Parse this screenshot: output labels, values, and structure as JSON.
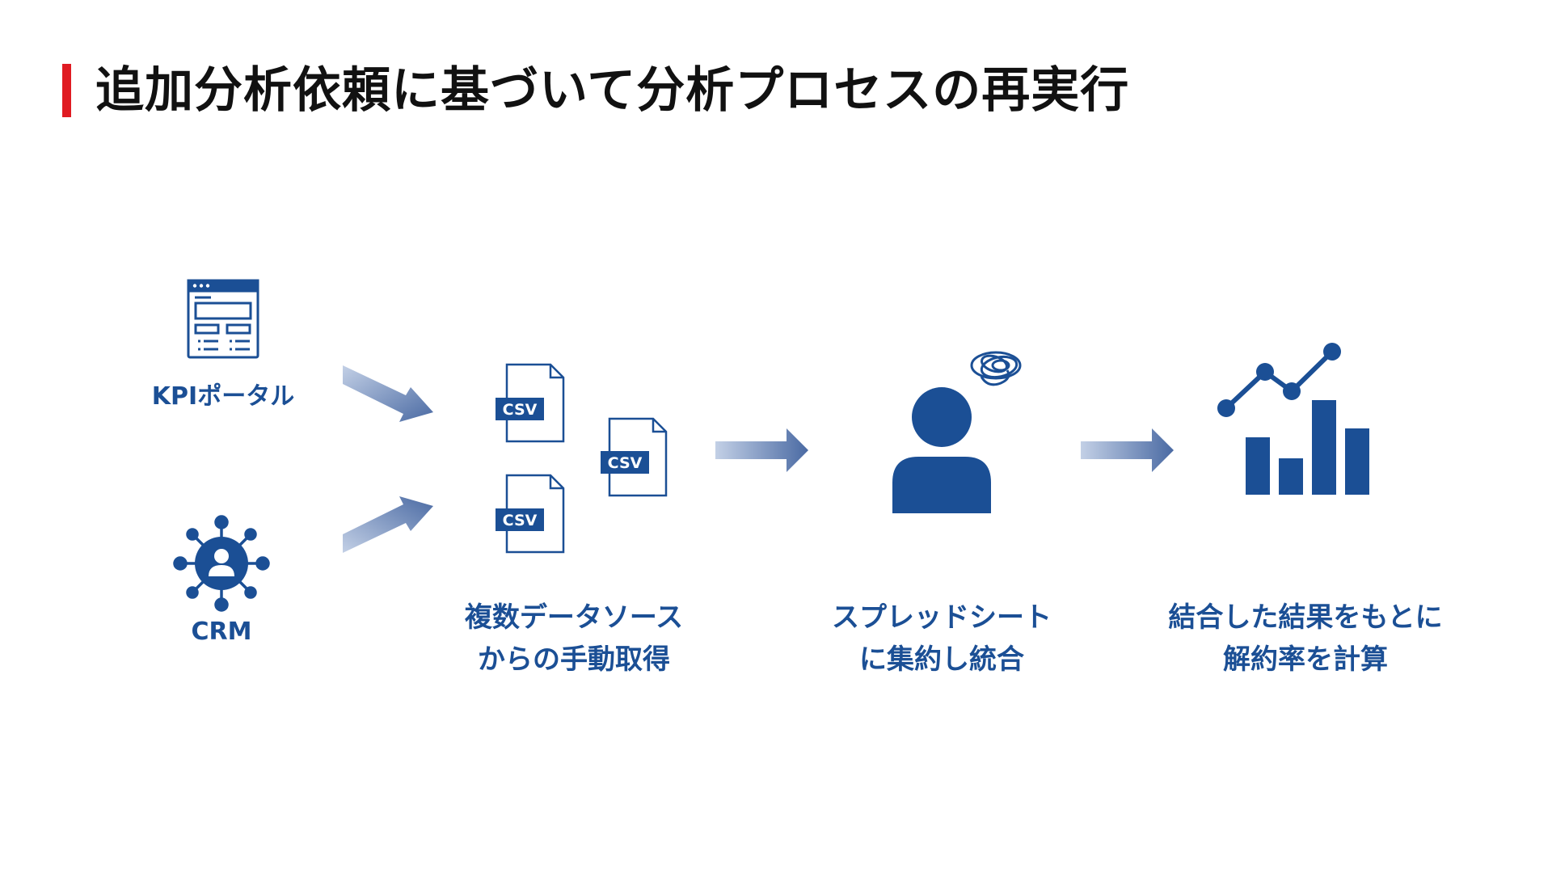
{
  "title": "追加分析依頼に基づいて分析プロセスの再実行",
  "colors": {
    "accent": "#e01b22",
    "primary": "#1b4f95",
    "arrow_start": "#b7c6e0",
    "arrow_end": "#4a6aa3"
  },
  "sources": [
    {
      "label": "KPIポータル",
      "icon": "web-portal-icon"
    },
    {
      "label": "CRM",
      "icon": "crm-network-icon"
    }
  ],
  "files": {
    "tag": "CSV",
    "icon": "csv-file-icon"
  },
  "steps": [
    {
      "icon": "csv-files-icon",
      "line1": "複数データソース",
      "line2": "からの手動取得"
    },
    {
      "icon": "confused-person-icon",
      "line1": "スプレッドシート",
      "line2": "に集約し統合"
    },
    {
      "icon": "chart-icon",
      "line1": "結合した結果をもとに",
      "line2": "解約率を計算"
    }
  ]
}
